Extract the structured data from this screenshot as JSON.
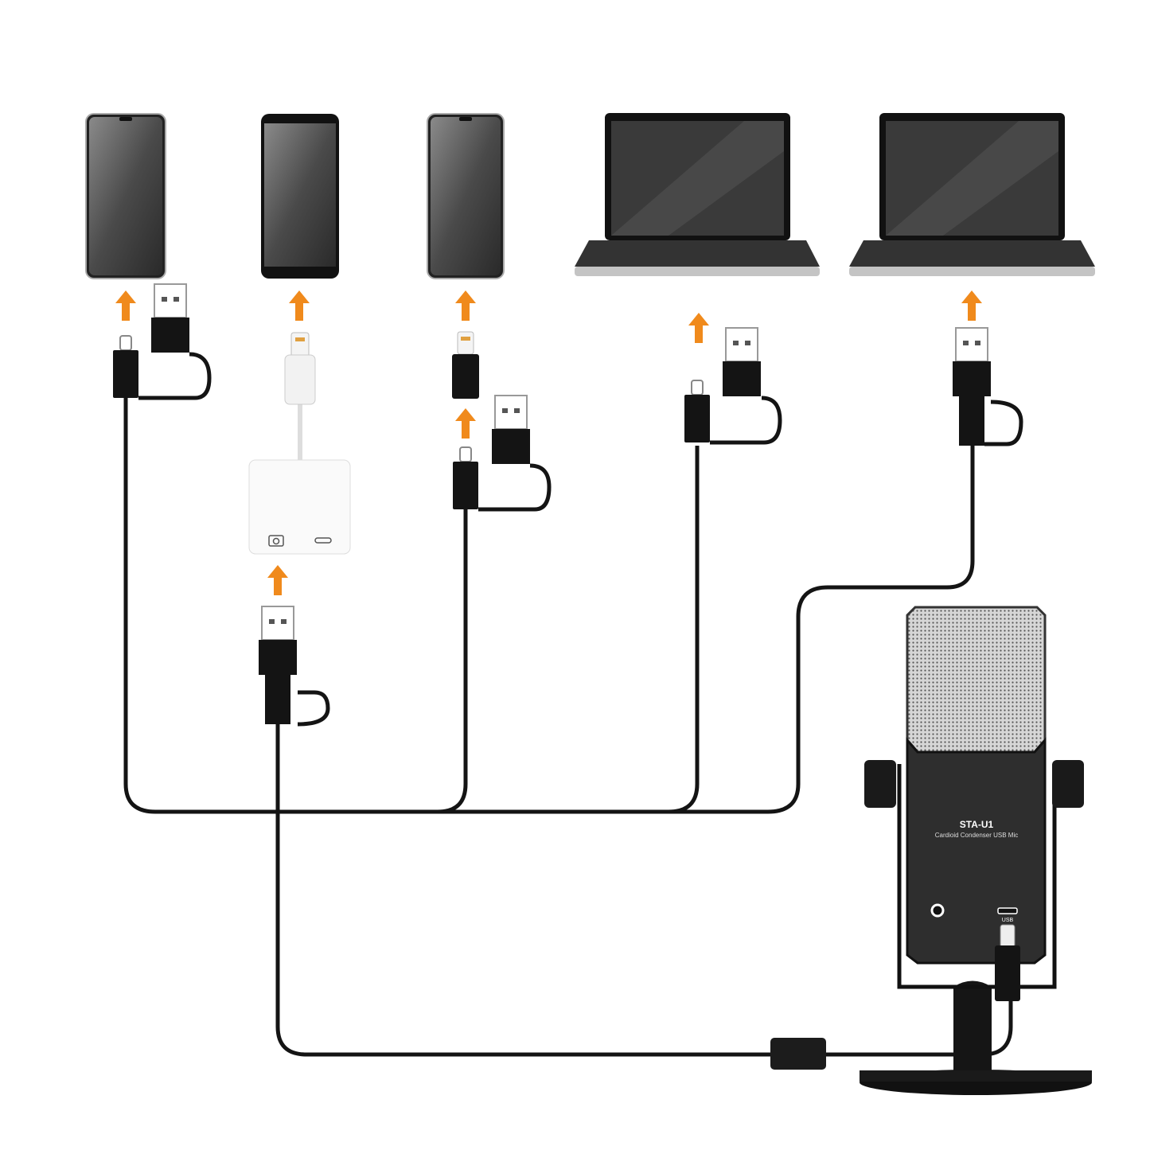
{
  "colors": {
    "arrow": "#f08a1c",
    "cable": "#141414",
    "mic_body": "#2e2e2e",
    "grille": "#c8c8c8"
  },
  "devices": [
    {
      "type": "phone",
      "icon": "smartphone-icon"
    },
    {
      "type": "phone",
      "icon": "smartphone-icon"
    },
    {
      "type": "phone",
      "icon": "smartphone-icon"
    },
    {
      "type": "laptop",
      "icon": "laptop-icon"
    },
    {
      "type": "laptop",
      "icon": "laptop-icon"
    }
  ],
  "adapter": {
    "icon": "lightning-camera-adapter-icon",
    "ports": [
      "camera-icon",
      "charge-port-icon"
    ]
  },
  "microphone": {
    "model": "STA-U1",
    "description": "Cardioid Condenser USB Mic",
    "port_label": "USB"
  }
}
